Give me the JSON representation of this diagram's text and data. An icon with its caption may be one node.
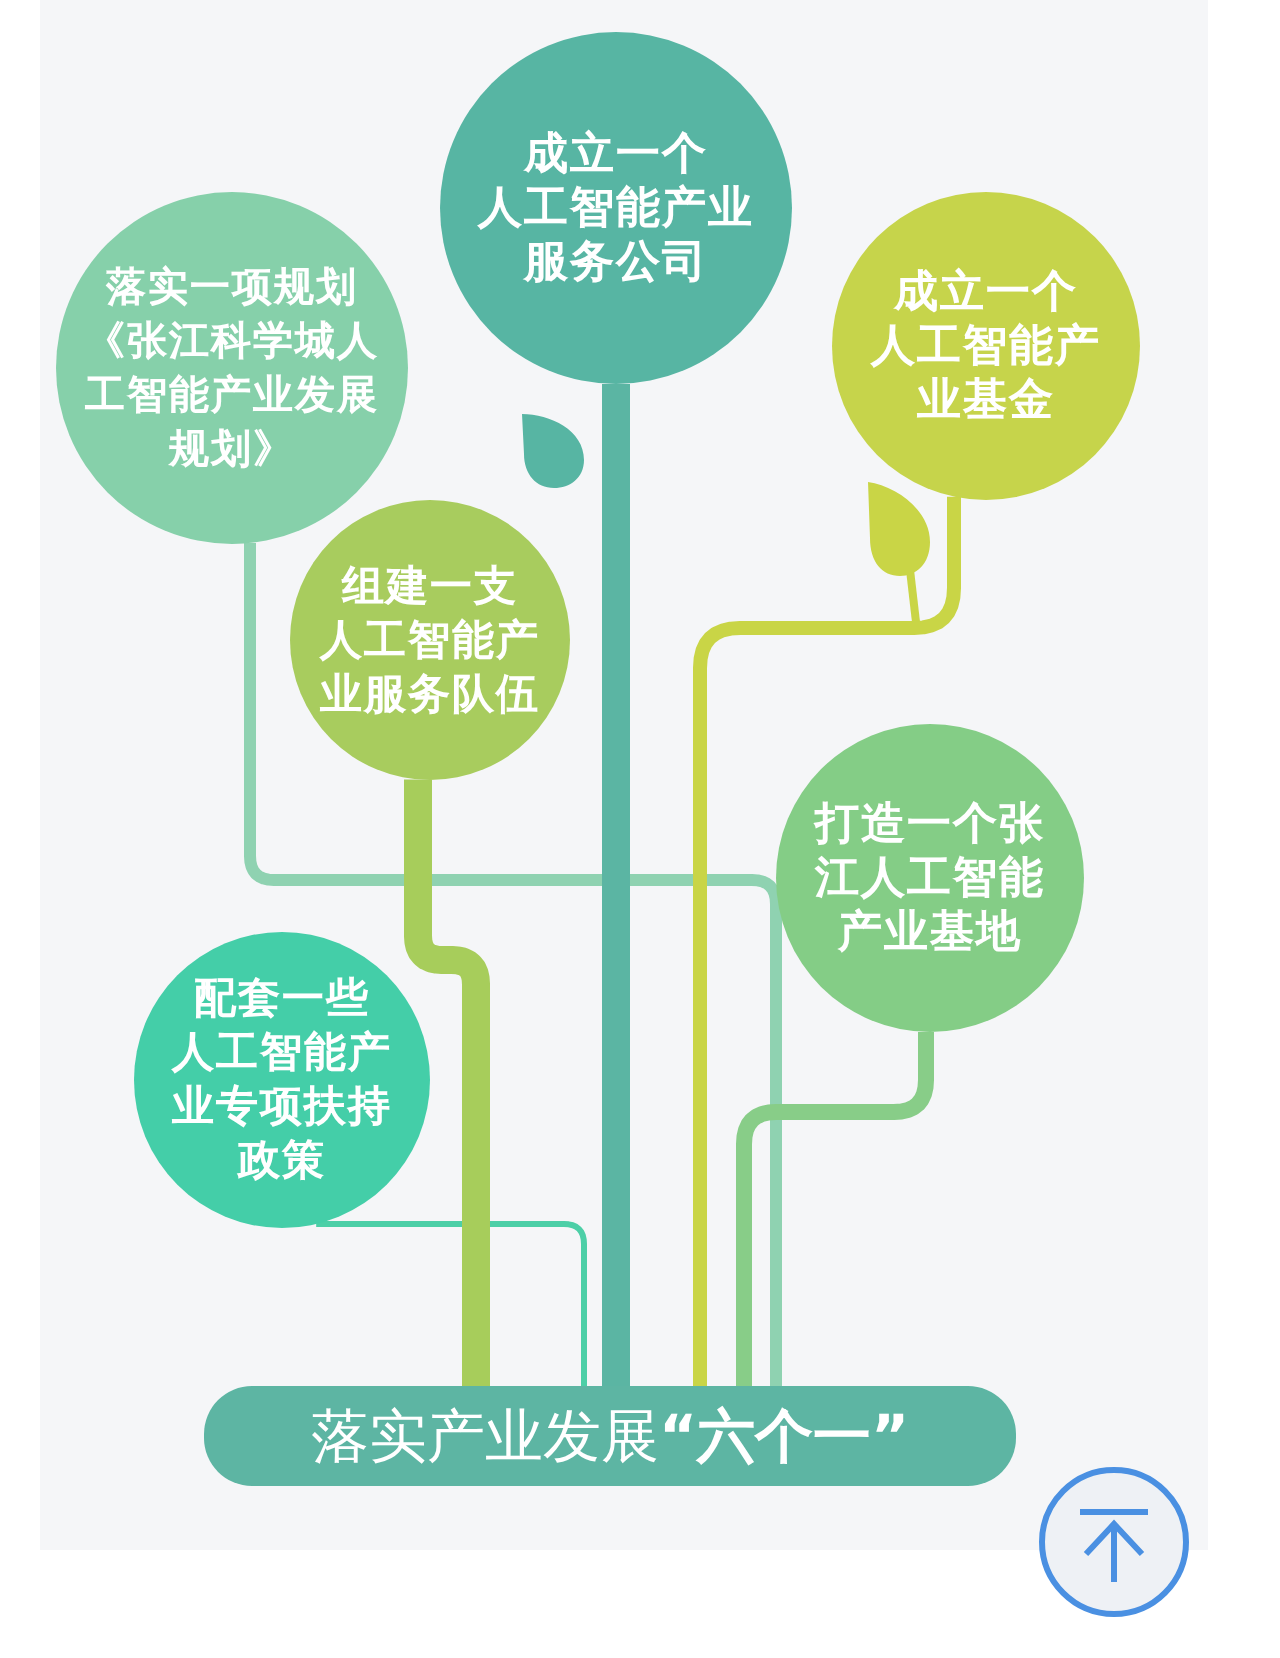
{
  "diagram": {
    "nodes": [
      {
        "text": [
          "成立一个人工智能产业服务公司"
        ]
      },
      {
        "text": [
          "落实一项规划《张江科学城人工智能产业发展规划》"
        ]
      },
      {
        "text": [
          "成立一个人工智能产业基金"
        ]
      },
      {
        "text": [
          "组建一支人工智能产业服务队伍"
        ]
      },
      {
        "text": [
          "打造一个张江人工智能产业基地"
        ]
      },
      {
        "text": [
          "配套一些人工智能产业专项扶持政策"
        ]
      },
      {
        "text": [
          "落实产业发展**“六个一”**"
        ]
      }
    ],
    "edges": [
      {
        "from": 0,
        "to": 6,
        "arrow": "none",
        "style": "thick",
        "color": "#5bb5a3"
      },
      {
        "from": 1,
        "to": 6,
        "arrow": "none",
        "color": "#8fd2b1"
      },
      {
        "from": 2,
        "to": 6,
        "arrow": "none",
        "color": "#c9d546"
      },
      {
        "from": 3,
        "to": 6,
        "arrow": "none",
        "style": "thick",
        "color": "#a7cd5b"
      },
      {
        "from": 4,
        "to": 6,
        "arrow": "none",
        "color": "#88cd88"
      },
      {
        "from": 5,
        "to": 6,
        "arrow": "none",
        "color": "#4ccfa7"
      }
    ]
  }
}
